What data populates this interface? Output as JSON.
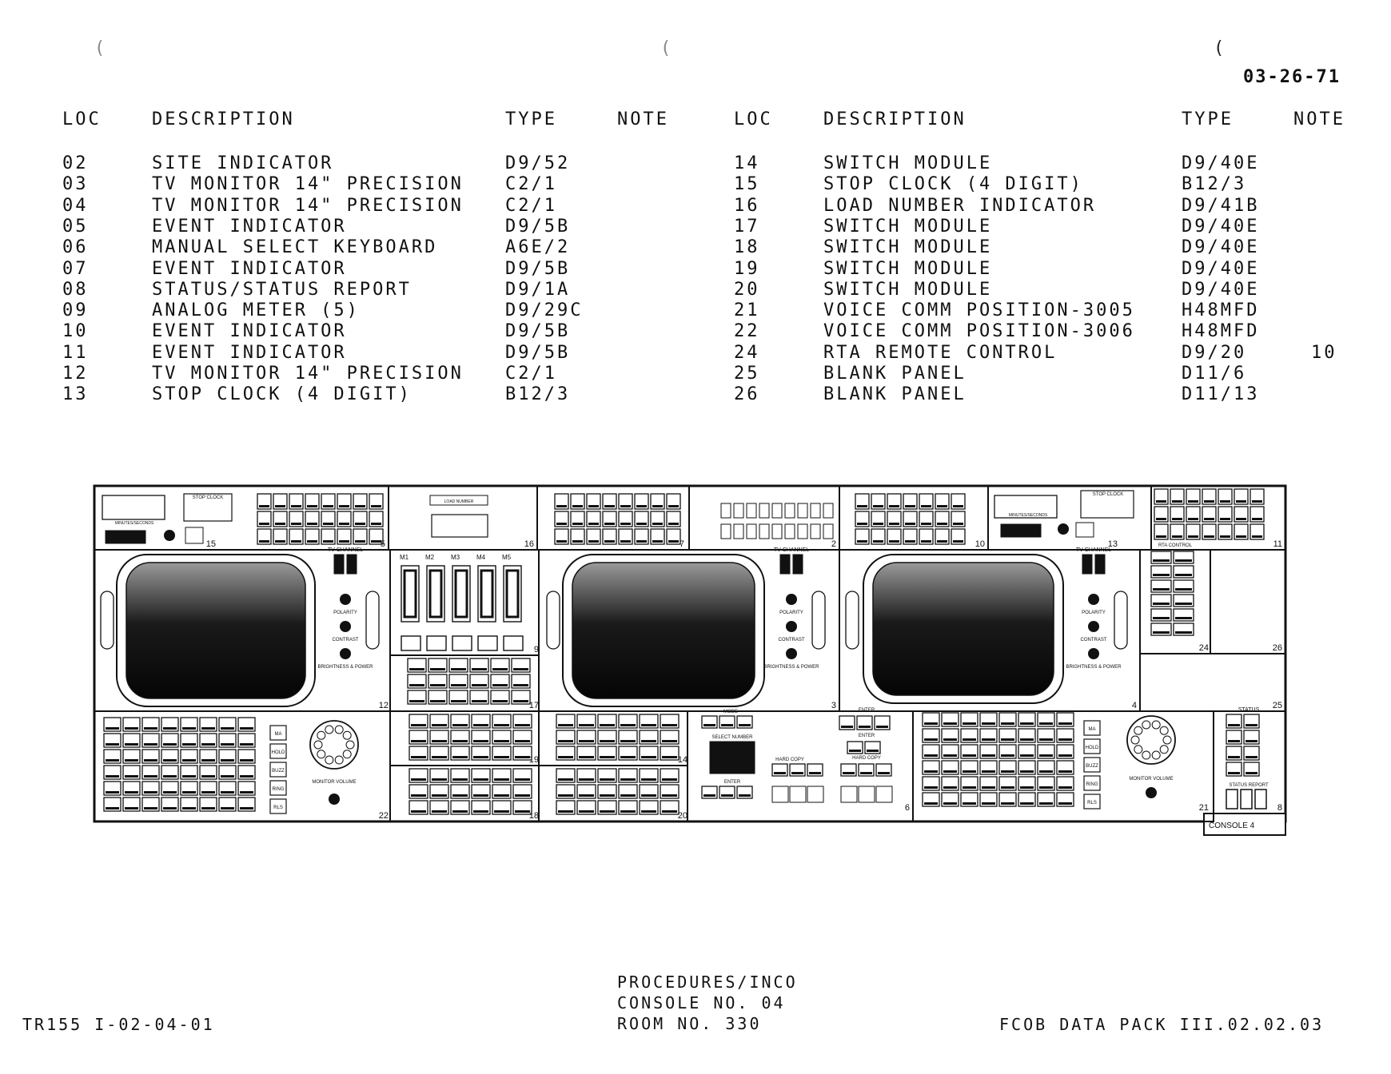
{
  "date": "03-26-71",
  "headers": {
    "loc": "LOC",
    "description": "DESCRIPTION",
    "type": "TYPE",
    "note": "NOTE"
  },
  "left_rows": [
    {
      "loc": "02",
      "desc": "SITE INDICATOR",
      "type": "D9/52",
      "note": ""
    },
    {
      "loc": "03",
      "desc": "TV MONITOR 14\" PRECISION",
      "type": "C2/1",
      "note": ""
    },
    {
      "loc": "04",
      "desc": "TV MONITOR 14\" PRECISION",
      "type": "C2/1",
      "note": ""
    },
    {
      "loc": "05",
      "desc": "EVENT INDICATOR",
      "type": "D9/5B",
      "note": ""
    },
    {
      "loc": "06",
      "desc": "MANUAL SELECT KEYBOARD",
      "type": "A6E/2",
      "note": ""
    },
    {
      "loc": "07",
      "desc": "EVENT INDICATOR",
      "type": "D9/5B",
      "note": ""
    },
    {
      "loc": "08",
      "desc": "STATUS/STATUS REPORT",
      "type": "D9/1A",
      "note": ""
    },
    {
      "loc": "09",
      "desc": "ANALOG METER (5)",
      "type": "D9/29C",
      "note": ""
    },
    {
      "loc": "10",
      "desc": "EVENT INDICATOR",
      "type": "D9/5B",
      "note": ""
    },
    {
      "loc": "11",
      "desc": "EVENT INDICATOR",
      "type": "D9/5B",
      "note": ""
    },
    {
      "loc": "12",
      "desc": "TV MONITOR 14\" PRECISION",
      "type": "C2/1",
      "note": ""
    },
    {
      "loc": "13",
      "desc": "STOP CLOCK (4 DIGIT)",
      "type": "B12/3",
      "note": ""
    }
  ],
  "right_rows": [
    {
      "loc": "14",
      "desc": "SWITCH MODULE",
      "type": "D9/40E",
      "note": ""
    },
    {
      "loc": "15",
      "desc": "STOP CLOCK (4 DIGIT)",
      "type": "B12/3",
      "note": ""
    },
    {
      "loc": "16",
      "desc": "LOAD NUMBER INDICATOR",
      "type": "D9/41B",
      "note": ""
    },
    {
      "loc": "17",
      "desc": "SWITCH MODULE",
      "type": "D9/40E",
      "note": ""
    },
    {
      "loc": "18",
      "desc": "SWITCH MODULE",
      "type": "D9/40E",
      "note": ""
    },
    {
      "loc": "19",
      "desc": "SWITCH MODULE",
      "type": "D9/40E",
      "note": ""
    },
    {
      "loc": "20",
      "desc": "SWITCH MODULE",
      "type": "D9/40E",
      "note": ""
    },
    {
      "loc": "21",
      "desc": "VOICE COMM POSITION-3005",
      "type": "H48MFD",
      "note": ""
    },
    {
      "loc": "22",
      "desc": "VOICE COMM POSITION-3006",
      "type": "H48MFD",
      "note": ""
    },
    {
      "loc": "24",
      "desc": "RTA REMOTE CONTROL",
      "type": "D9/20",
      "note": "10"
    },
    {
      "loc": "25",
      "desc": "BLANK PANEL",
      "type": "D11/6",
      "note": ""
    },
    {
      "loc": "26",
      "desc": "BLANK PANEL",
      "type": "D11/13",
      "note": ""
    }
  ],
  "console_labels": {
    "stop_clock": "STOP CLOCK",
    "minutes_seconds": "MINUTES/SECONDS",
    "load_number": "LOAD NUMBER",
    "tv_channel": "TV CHANNEL",
    "polarity": "POLARITY",
    "contrast": "CONTRAST",
    "brightness_power": "BRIGHTNESS & POWER",
    "rta_control": "RTA CONTROL",
    "monitor_volume": "MONITOR VOLUME",
    "mode": "MODE",
    "select_number": "SELECT NUMBER",
    "enter": "ENTER",
    "hard_copy": "HARD COPY",
    "status": "STATUS",
    "status_report": "STATUS REPORT",
    "console": "CONSOLE 4",
    "meters": [
      "M1",
      "M2",
      "M3",
      "M4",
      "M5"
    ],
    "comm_keys": [
      "MA",
      "HOLD",
      "BUZZ",
      "RING",
      "RLS"
    ],
    "panel_numbers": [
      "15",
      "5",
      "16",
      "7",
      "2",
      "10",
      "13",
      "11",
      "12",
      "9",
      "17",
      "3",
      "4",
      "24",
      "26",
      "25",
      "22",
      "19",
      "18",
      "14",
      "20",
      "6",
      "21",
      "8"
    ]
  },
  "footer": {
    "left": "TR155 I-02-04-01",
    "center": [
      "PROCEDURES/INCO",
      "CONSOLE NO. 04",
      "ROOM NO. 330"
    ],
    "right": "FCOB DATA PACK  III.02.02.03"
  }
}
